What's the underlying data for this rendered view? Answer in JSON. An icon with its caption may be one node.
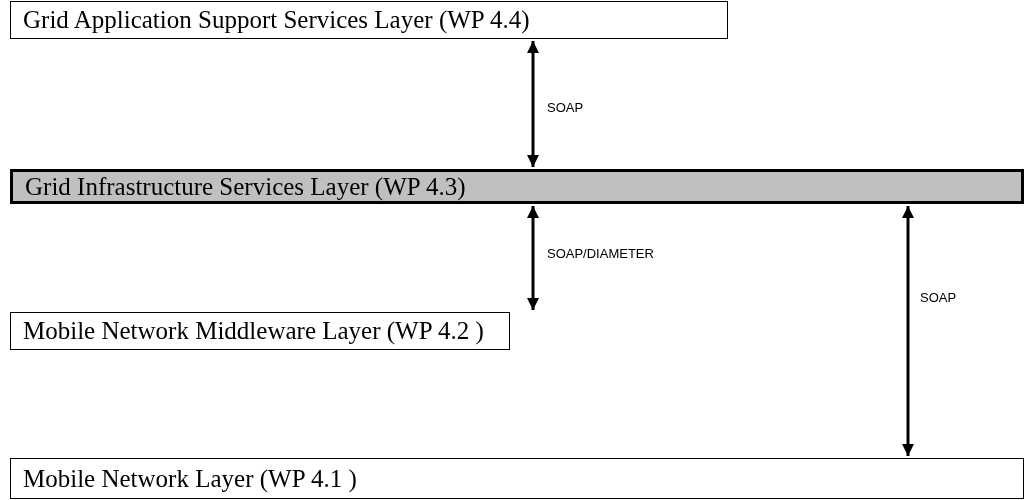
{
  "diagram": {
    "nodes": [
      {
        "text": [
          "Grid Application Support Services Layer (WP 4.4)"
        ]
      },
      {
        "text": [
          "Grid Infrastructure Services Layer (WP 4.3)"
        ]
      },
      {
        "text": [
          "Mobile Network Middleware Layer (WP 4.2 )"
        ]
      },
      {
        "text": [
          "Mobile Network Layer (WP 4.1 )"
        ]
      }
    ],
    "edges": [
      {
        "from": 0,
        "to": 1,
        "arrow": "both",
        "label": "SOAP"
      },
      {
        "from": 1,
        "to": 2,
        "arrow": "both",
        "label": "SOAP/DIAMETER"
      },
      {
        "from": 1,
        "to": 3,
        "arrow": "both",
        "label": "SOAP"
      }
    ]
  }
}
